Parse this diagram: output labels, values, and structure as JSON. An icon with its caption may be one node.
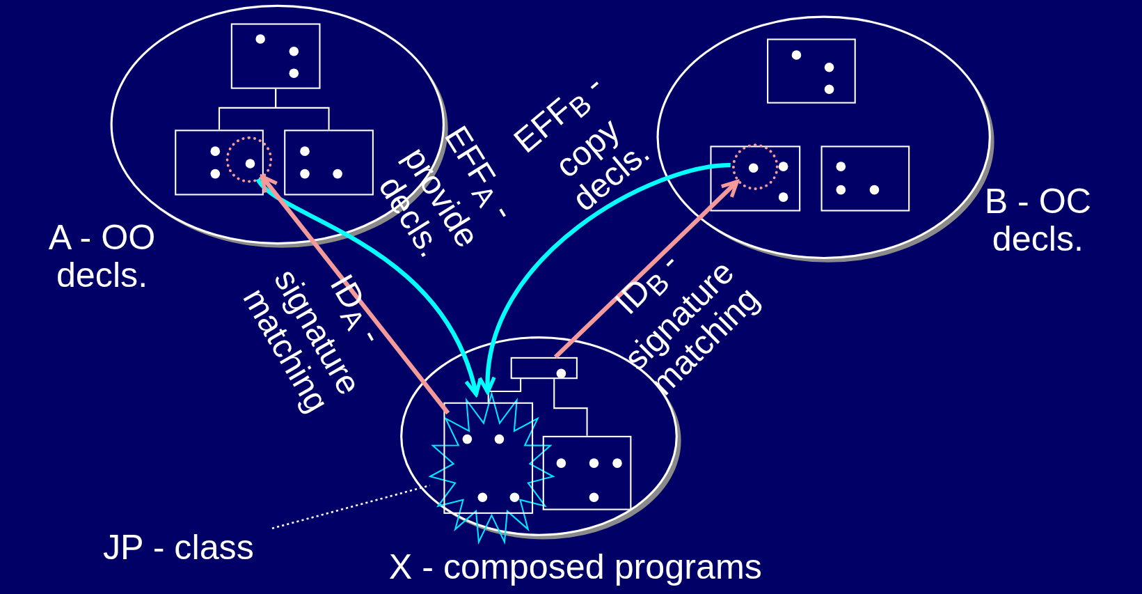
{
  "diagram": {
    "nodes": [
      {
        "text": [
          "A - OO decls."
        ]
      },
      {
        "text": [
          "B - OC decls."
        ]
      },
      {
        "text": [
          "X - composed programs"
        ]
      },
      {
        "text": [],
        "shape": "box",
        "in": 0
      },
      {
        "text": [],
        "shape": "box",
        "in": 0
      },
      {
        "text": [],
        "shape": "box",
        "in": 0
      },
      {
        "text": [],
        "shape": "circle",
        "in": 4
      },
      {
        "text": [],
        "shape": "box",
        "in": 1
      },
      {
        "text": [],
        "shape": "box",
        "in": 1
      },
      {
        "text": [],
        "shape": "box",
        "in": 1
      },
      {
        "text": [],
        "shape": "circle",
        "in": 8
      },
      {
        "text": [],
        "shape": "box",
        "in": 2
      },
      {
        "text": [],
        "shape": "star",
        "in": 2
      },
      {
        "text": [],
        "shape": "box",
        "in": 12
      },
      {
        "text": [],
        "shape": "box",
        "in": 2
      },
      {
        "text": [
          "JP - class"
        ]
      }
    ],
    "edges": [
      {
        "from": 3,
        "to": 4,
        "arrow": "none"
      },
      {
        "from": 3,
        "to": 5,
        "arrow": "none"
      },
      {
        "from": 11,
        "to": 13,
        "arrow": "none"
      },
      {
        "from": 11,
        "to": 14,
        "arrow": "none"
      },
      {
        "from": 6,
        "to": 12,
        "arrow": "to",
        "label": "EFF$_{A}$ - provide decls.",
        "style": "thick",
        "color": "#00ffff"
      },
      {
        "from": 12,
        "to": 6,
        "arrow": "to",
        "label": "ID$_{A}$ - signature matching",
        "style": "thick",
        "color": "#f59a9a"
      },
      {
        "from": 10,
        "to": 12,
        "arrow": "to",
        "label": "EFF$_{B}$ - copy decls.",
        "style": "thick",
        "color": "#00ffff"
      },
      {
        "from": 11,
        "to": 10,
        "arrow": "to",
        "label": "ID$_{B}$ - signature matching",
        "style": "thick",
        "color": "#f59a9a"
      },
      {
        "from": 15,
        "to": 12,
        "arrow": "none",
        "style": "dashed"
      }
    ]
  }
}
